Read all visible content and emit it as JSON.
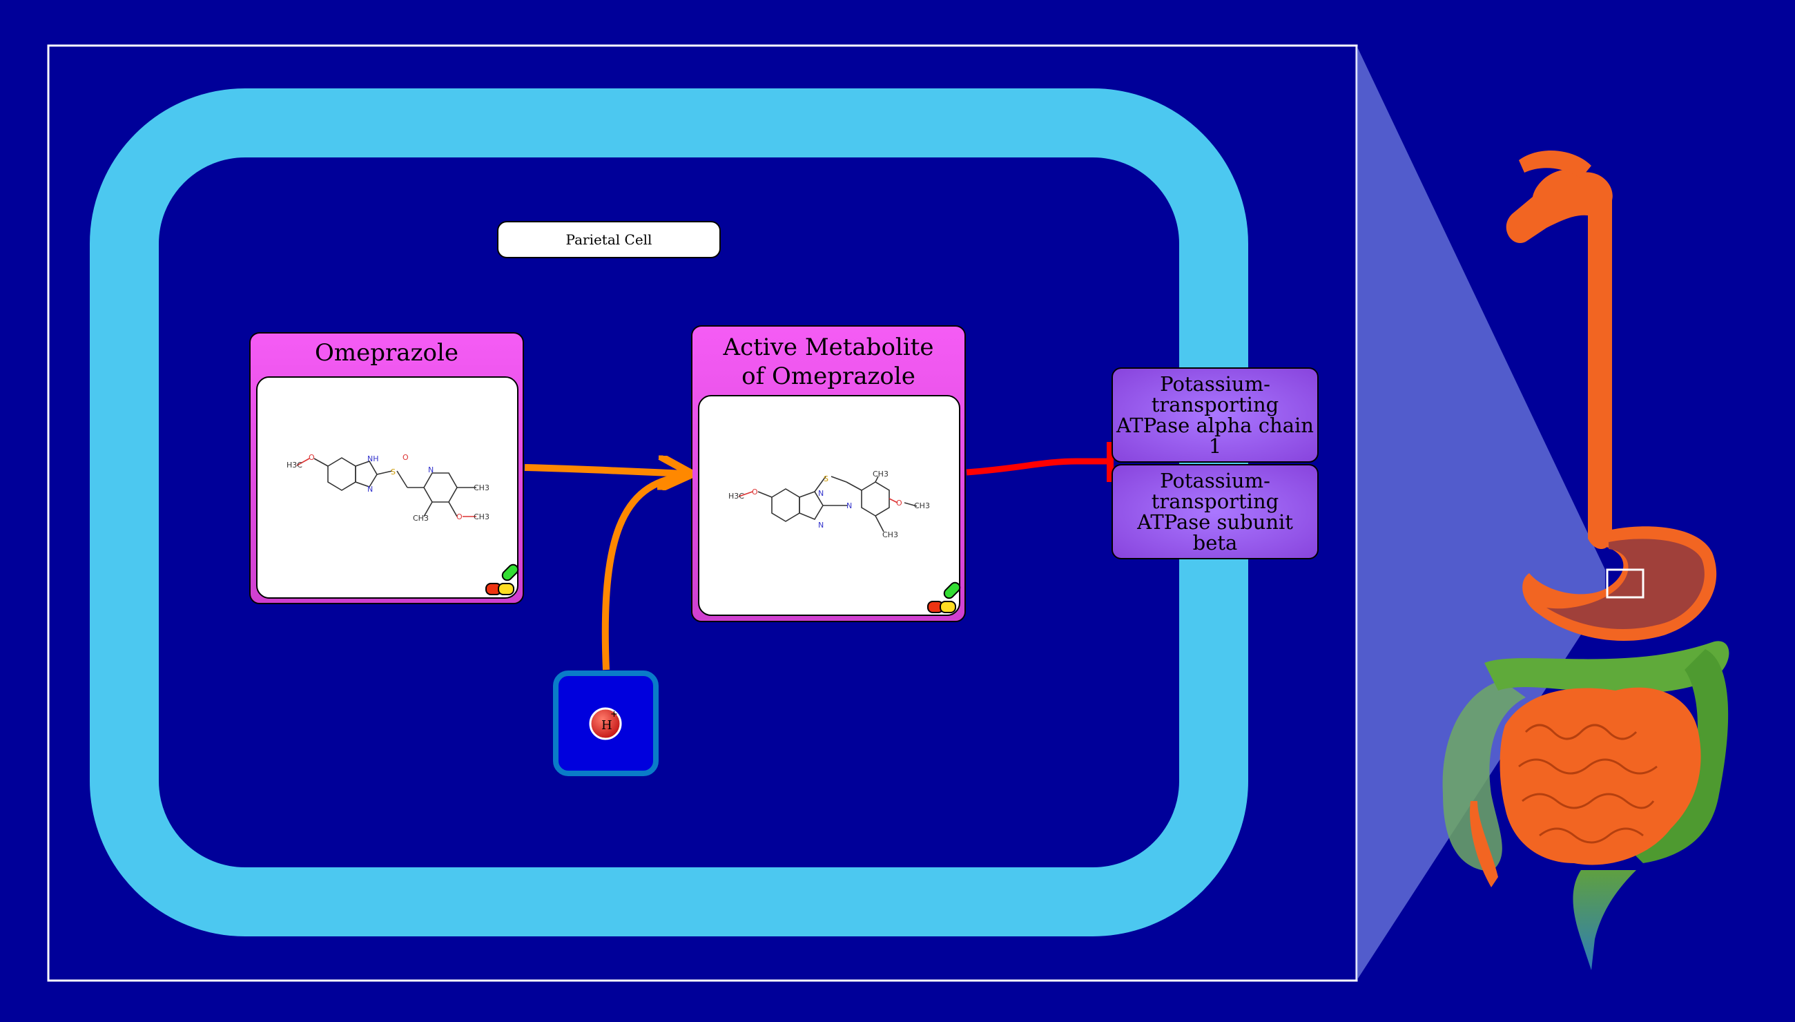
{
  "cell": {
    "label": "Parietal Cell"
  },
  "drugs": [
    {
      "name": "Omeprazole"
    },
    {
      "name": "Active Metabolite of Omeprazole"
    }
  ],
  "proteins": [
    {
      "name": "Potassium-transporting ATPase alpha chain 1"
    },
    {
      "name": "Potassium-transporting ATPase subunit beta"
    }
  ],
  "ion": {
    "symbol": "H",
    "charge": "+"
  },
  "structure_labels": {
    "h3c": "H3C",
    "ch3": "CH3",
    "nh": "NH",
    "n": "N",
    "o": "O",
    "s": "S"
  },
  "colors": {
    "background": "#000099",
    "membrane": "#4CC8F0",
    "drug_box": "#F055F0",
    "protein_box": "#9955EE",
    "activation_arrow": "#FF8800",
    "inhibition_line": "#FF0000",
    "organ_orange": "#F26522",
    "intestine_green": "#5FAA3A",
    "stomach_red": "#A0403A"
  }
}
